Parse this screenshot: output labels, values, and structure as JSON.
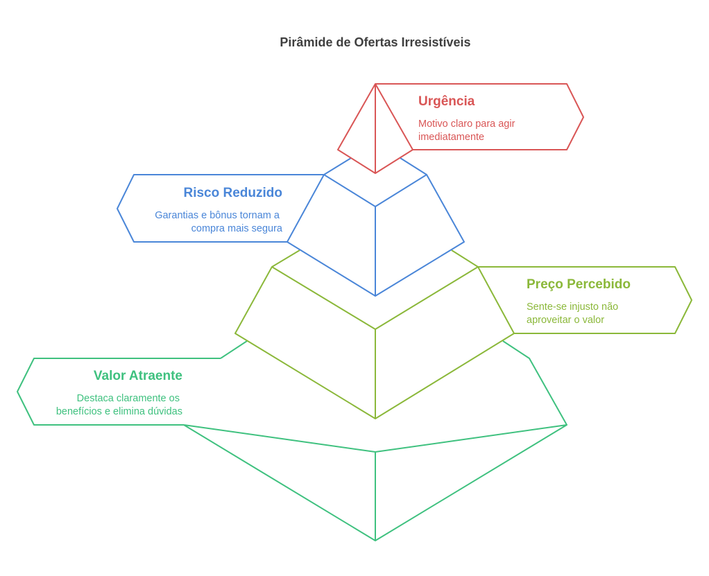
{
  "diagram": {
    "title": "Pirâmide de Ofertas Irresistíveis",
    "levels": [
      {
        "title": "Urgência",
        "description_lines": [
          "Motivo claro para agir",
          "imediatamente"
        ],
        "color": "#d95656"
      },
      {
        "title": "Risco Reduzido",
        "description_lines": [
          "Garantias e bônus tornam a",
          "compra mais segura"
        ],
        "color": "#4a86d8"
      },
      {
        "title": "Preço Percebido",
        "description_lines": [
          "Sente-se injusto não",
          "aproveitar o valor"
        ],
        "color": "#8bb83a"
      },
      {
        "title": "Valor Atraente",
        "description_lines": [
          "Destaca claramente os",
          "benefícios e elimina dúvidas"
        ],
        "color": "#3fc17f"
      }
    ]
  }
}
